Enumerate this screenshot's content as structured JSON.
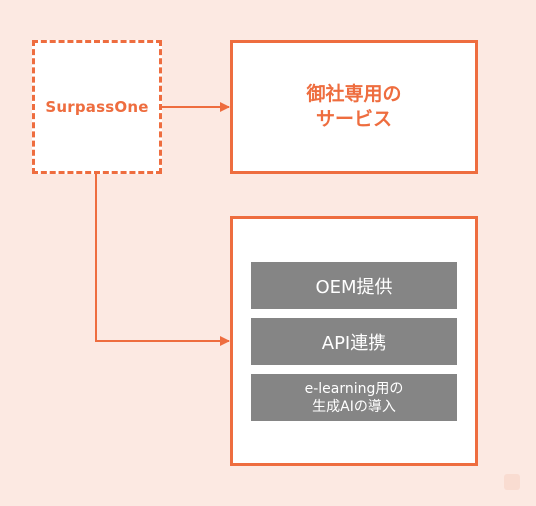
{
  "diagram": {
    "source": {
      "label": "SurpassOne"
    },
    "dedicated": {
      "lines": [
        "御社専用の",
        "サービス"
      ]
    },
    "options": [
      {
        "lines": [
          "OEM提供"
        ]
      },
      {
        "lines": [
          "API連携"
        ]
      },
      {
        "lines": [
          "e-learning用の",
          "生成AIの導入"
        ]
      }
    ],
    "colors": {
      "accent": "#ee6d3f",
      "background": "#fce9e2",
      "option_fill": "#858585",
      "option_text": "#ffffff"
    }
  }
}
